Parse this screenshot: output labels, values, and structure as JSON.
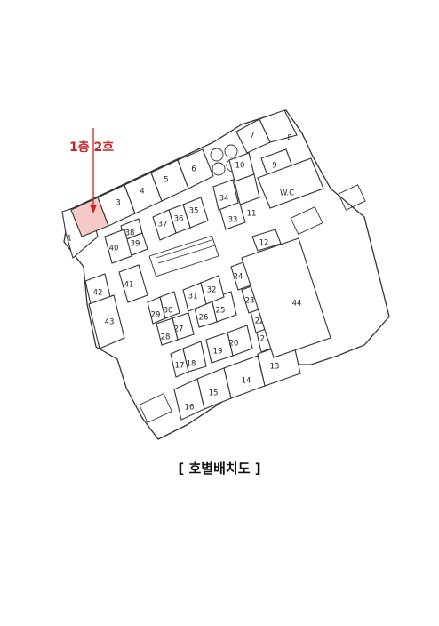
{
  "annotation": {
    "floor": "1층",
    "unit": "2호",
    "color": "#cc2222",
    "highlight": "#f6c9c6"
  },
  "highlighted_unit": "2",
  "units": [
    "1",
    "3",
    "4",
    "5",
    "6",
    "7",
    "8",
    "9",
    "10",
    "11",
    "12",
    "13",
    "14",
    "15",
    "16",
    "17",
    "18",
    "19",
    "20",
    "21",
    "22",
    "23",
    "24",
    "25",
    "26",
    "27",
    "28",
    "29",
    "30",
    "31",
    "32",
    "33",
    "34",
    "35",
    "36",
    "37",
    "38",
    "39",
    "40",
    "41",
    "42",
    "43",
    "44"
  ],
  "restroom_label": "W.C",
  "caption": "[ 호별배치도 ]"
}
